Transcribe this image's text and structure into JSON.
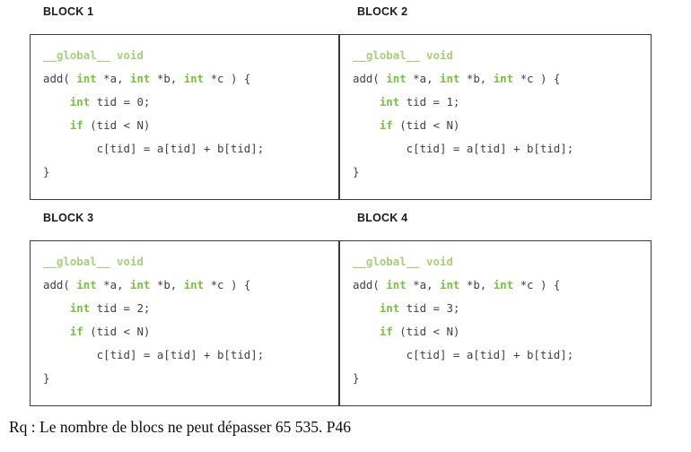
{
  "blocks": [
    {
      "label": "BLOCK 1",
      "lines": [
        [
          {
            "t": "__global__ void",
            "c": "kw-soft"
          }
        ],
        [
          {
            "t": "add( ",
            "c": ""
          },
          {
            "t": "int",
            "c": "kw"
          },
          {
            "t": " *a, ",
            "c": ""
          },
          {
            "t": "int",
            "c": "kw"
          },
          {
            "t": " *b, ",
            "c": ""
          },
          {
            "t": "int",
            "c": "kw"
          },
          {
            "t": " *c ) {",
            "c": ""
          }
        ],
        [
          {
            "t": "    ",
            "c": ""
          },
          {
            "t": "int",
            "c": "kw"
          },
          {
            "t": " tid = 0;",
            "c": ""
          }
        ],
        [
          {
            "t": "    ",
            "c": ""
          },
          {
            "t": "if",
            "c": "kw"
          },
          {
            "t": " (tid < N)",
            "c": ""
          }
        ],
        [
          {
            "t": "        c[tid] = a[tid] + b[tid];",
            "c": ""
          }
        ],
        [
          {
            "t": "}",
            "c": ""
          }
        ]
      ]
    },
    {
      "label": "BLOCK 2",
      "lines": [
        [
          {
            "t": "__global__ void",
            "c": "kw-soft"
          }
        ],
        [
          {
            "t": "add( ",
            "c": ""
          },
          {
            "t": "int",
            "c": "kw"
          },
          {
            "t": " *a, ",
            "c": ""
          },
          {
            "t": "int",
            "c": "kw"
          },
          {
            "t": " *b, ",
            "c": ""
          },
          {
            "t": "int",
            "c": "kw"
          },
          {
            "t": " *c ) {",
            "c": ""
          }
        ],
        [
          {
            "t": "    ",
            "c": ""
          },
          {
            "t": "int",
            "c": "kw"
          },
          {
            "t": " tid = 1;",
            "c": ""
          }
        ],
        [
          {
            "t": "    ",
            "c": ""
          },
          {
            "t": "if",
            "c": "kw"
          },
          {
            "t": " (tid < N)",
            "c": ""
          }
        ],
        [
          {
            "t": "        c[tid] = a[tid] + b[tid];",
            "c": ""
          }
        ],
        [
          {
            "t": "}",
            "c": ""
          }
        ]
      ]
    },
    {
      "label": "BLOCK 3",
      "lines": [
        [
          {
            "t": "__global__ void",
            "c": "kw-soft"
          }
        ],
        [
          {
            "t": "add( ",
            "c": ""
          },
          {
            "t": "int",
            "c": "kw"
          },
          {
            "t": " *a, ",
            "c": ""
          },
          {
            "t": "int",
            "c": "kw"
          },
          {
            "t": " *b, ",
            "c": ""
          },
          {
            "t": "int",
            "c": "kw"
          },
          {
            "t": " *c ) {",
            "c": ""
          }
        ],
        [
          {
            "t": "    ",
            "c": ""
          },
          {
            "t": "int",
            "c": "kw"
          },
          {
            "t": " tid = 2;",
            "c": ""
          }
        ],
        [
          {
            "t": "    ",
            "c": ""
          },
          {
            "t": "if",
            "c": "kw"
          },
          {
            "t": " (tid < N)",
            "c": ""
          }
        ],
        [
          {
            "t": "        c[tid] = a[tid] + b[tid];",
            "c": ""
          }
        ],
        [
          {
            "t": "}",
            "c": ""
          }
        ]
      ]
    },
    {
      "label": "BLOCK 4",
      "lines": [
        [
          {
            "t": "__global__ void",
            "c": "kw-soft"
          }
        ],
        [
          {
            "t": "add( ",
            "c": ""
          },
          {
            "t": "int",
            "c": "kw"
          },
          {
            "t": " *a, ",
            "c": ""
          },
          {
            "t": "int",
            "c": "kw"
          },
          {
            "t": " *b, ",
            "c": ""
          },
          {
            "t": "int",
            "c": "kw"
          },
          {
            "t": " *c ) {",
            "c": ""
          }
        ],
        [
          {
            "t": "    ",
            "c": ""
          },
          {
            "t": "int",
            "c": "kw"
          },
          {
            "t": " tid = 3;",
            "c": ""
          }
        ],
        [
          {
            "t": "    ",
            "c": ""
          },
          {
            "t": "if",
            "c": "kw"
          },
          {
            "t": " (tid < N)",
            "c": ""
          }
        ],
        [
          {
            "t": "        c[tid] = a[tid] + b[tid];",
            "c": ""
          }
        ],
        [
          {
            "t": "}",
            "c": ""
          }
        ]
      ]
    }
  ],
  "caption": "Rq : Le nombre de blocs ne peut dépasser 65 535. P46",
  "colors": {
    "keyword_green": "#79c143",
    "keyword_green_soft": "#a8ce7b",
    "code_text": "#3f3f4a",
    "border": "#3a3a3a",
    "label_text": "#1b1b1b",
    "background": "#ffffff"
  }
}
